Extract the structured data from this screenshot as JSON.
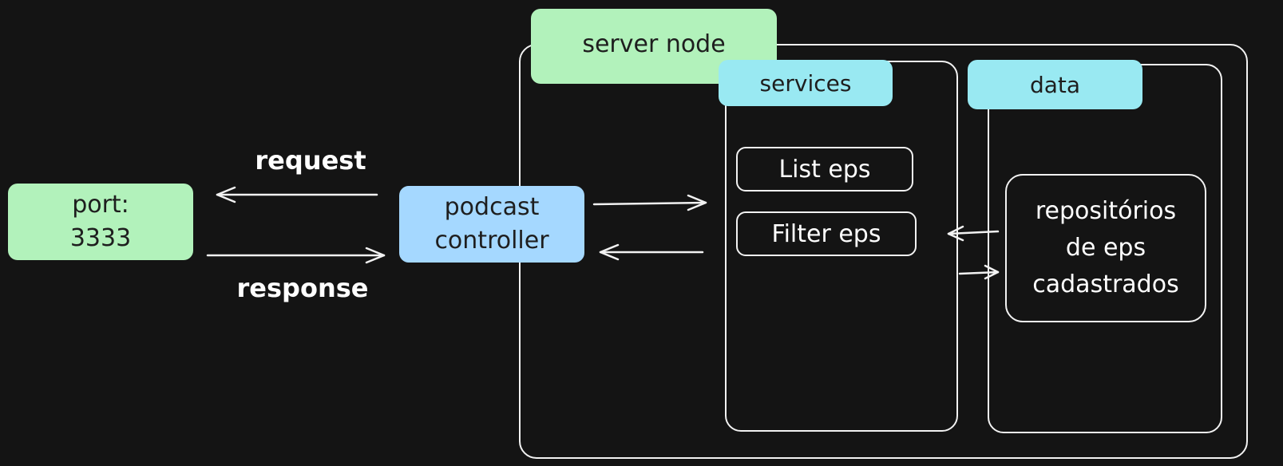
{
  "port": {
    "line1": "port:",
    "line2": "3333",
    "color": "#b2f2bb"
  },
  "request_label": "request",
  "response_label": "response",
  "controller": {
    "line1": "podcast",
    "line2": "controller",
    "color": "#a5d8ff"
  },
  "server_node": {
    "title": "server node",
    "color": "#b2f2bb"
  },
  "services": {
    "title": "services",
    "color": "#99e9f2",
    "items": [
      "List eps",
      "Filter eps"
    ]
  },
  "data": {
    "title": "data",
    "color": "#99e9f2",
    "repository": {
      "line1": "repositórios",
      "line2": "de eps",
      "line3": "cadastrados"
    }
  }
}
